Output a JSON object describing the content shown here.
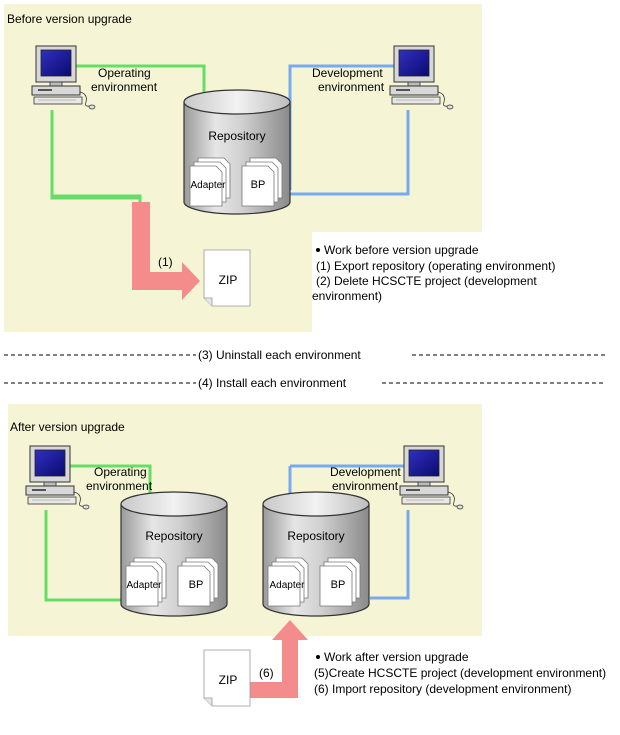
{
  "before": {
    "title": "Before version upgrade",
    "operating_label_line1": "Operating",
    "operating_label_line2": "environment",
    "development_label_line1": "Development",
    "development_label_line2": "environment",
    "repository_label": "Repository",
    "adapter_label": "Adapter",
    "bp_label": "BP",
    "step_label": "(1)",
    "zip_label": "ZIP"
  },
  "before_notes": {
    "heading": "Work before version upgrade",
    "line1": "(1) Export repository (operating environment)",
    "line2": "(2) Delete HCSCTE project (development",
    "line3": "environment)"
  },
  "separators": {
    "uninstall": "(3) Uninstall each environment",
    "install": "(4) Install each environment"
  },
  "after": {
    "title": "After version upgrade",
    "operating_label_line1": "Operating",
    "operating_label_line2": "environment",
    "development_label_line1": "Development",
    "development_label_line2": "environment",
    "repository_left_label": "Repository",
    "repository_right_label": "Repository",
    "adapter_label": "Adapter",
    "bp_label": "BP",
    "step_label": "(6)",
    "zip_label": "ZIP"
  },
  "after_notes": {
    "heading": "Work after version upgrade",
    "line1": "(5)Create HCSCTE project (development environment)",
    "line2": "(6) Import repository (development environment)"
  },
  "colors": {
    "panel": "#f5f5d5",
    "operating_line": "#66dd66",
    "development_line": "#77aaee",
    "arrow": "#f58c8c"
  }
}
